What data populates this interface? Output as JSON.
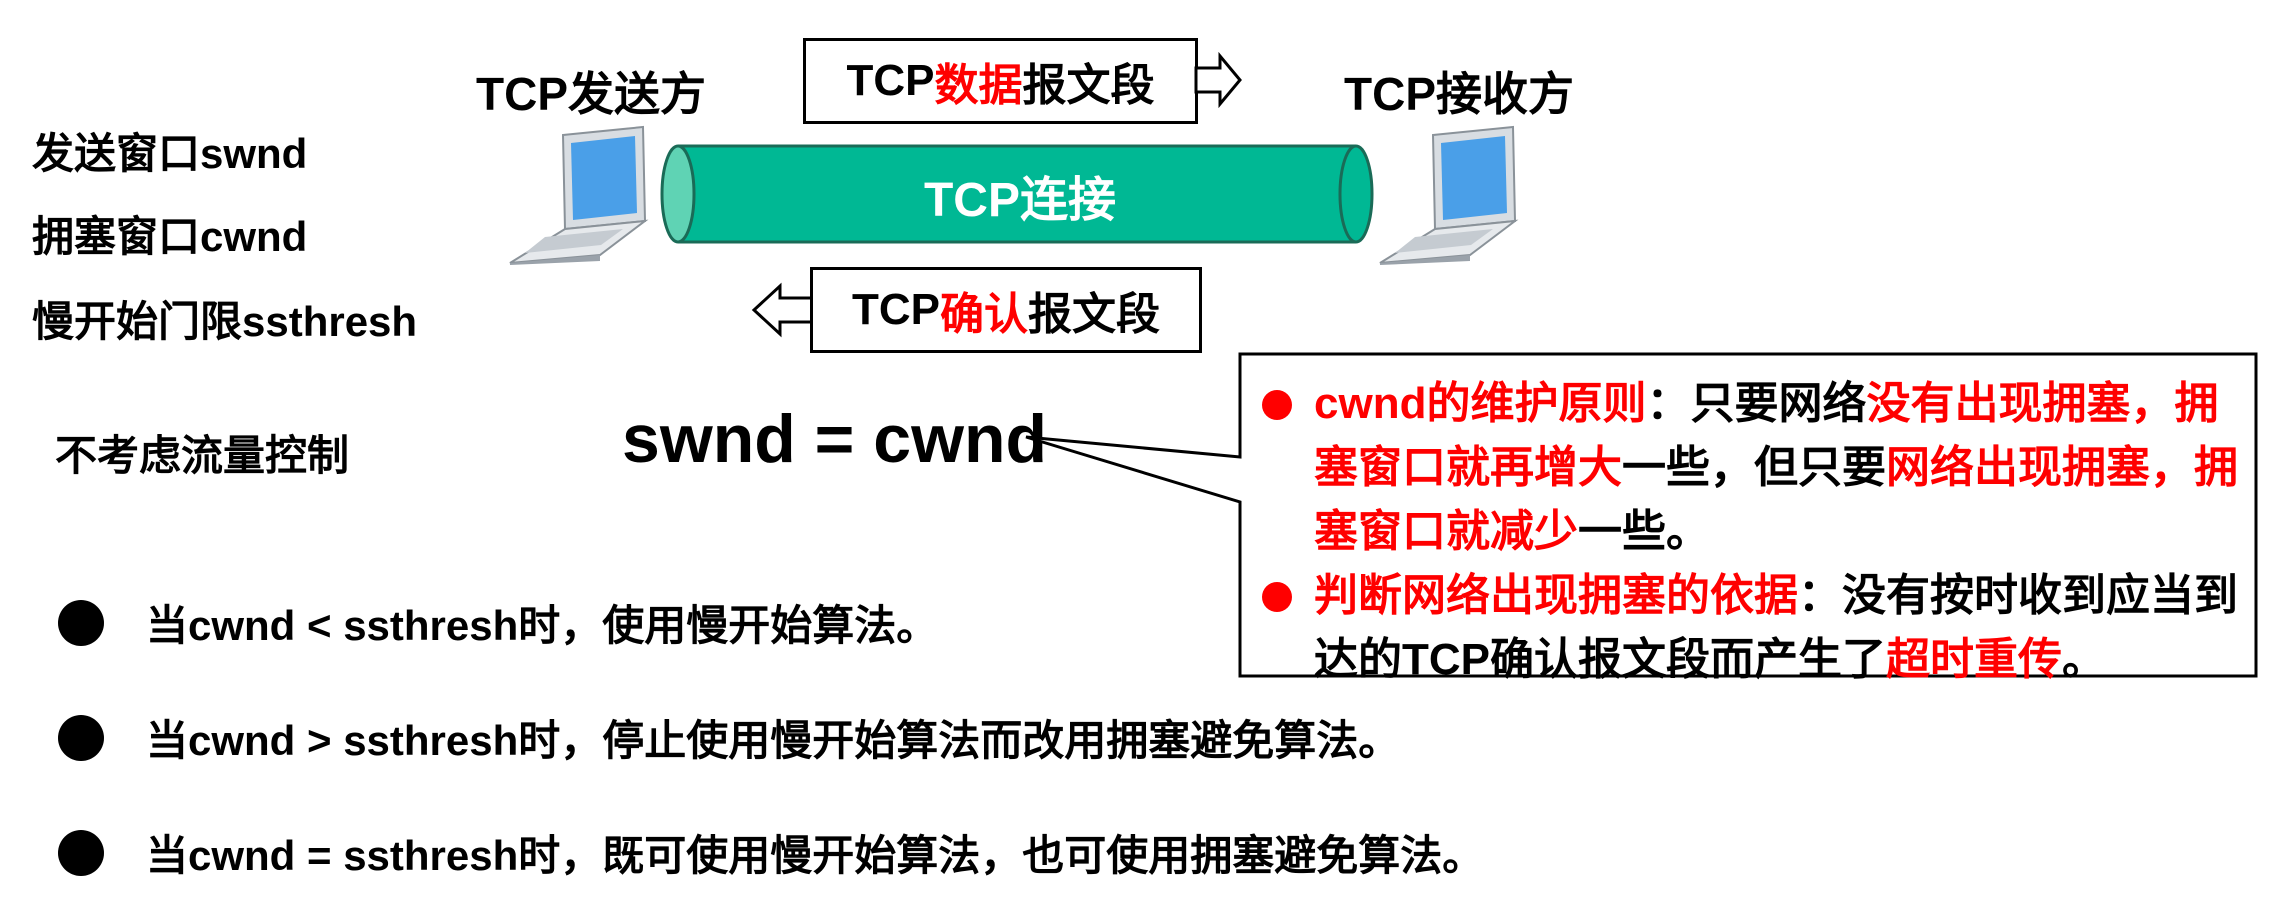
{
  "sender": {
    "label": "TCP发送方"
  },
  "receiver": {
    "label": "TCP接收方"
  },
  "data_segment": {
    "prefix": "TCP",
    "highlight": "数据",
    "suffix": "报文段"
  },
  "ack_segment": {
    "prefix": "TCP",
    "highlight": "确认",
    "suffix": "报文段"
  },
  "connection": {
    "label": "TCP连接",
    "color": "#00b894"
  },
  "variables": [
    {
      "text": "发送窗口swnd"
    },
    {
      "text": "拥塞窗口cwnd"
    },
    {
      "text": "慢开始门限ssthresh"
    }
  ],
  "flow_note": "不考虑流量控制",
  "equation": "swnd = cwnd",
  "callout": {
    "item1": {
      "title": "cwnd的维护原则",
      "sep": "：只要网络",
      "r1": "没有出现拥塞，",
      "r2": "拥塞窗口就再增大",
      "t2": "一些，但只要",
      "r3": "网络出现拥塞，",
      "r4": "拥塞窗口就减少",
      "t3": "一些。"
    },
    "item2": {
      "title": "判断网络出现拥塞的依据",
      "t1": "：没有按时收到应当到达的TCP确认报文段而产生了",
      "r1": "超时重传",
      "t2": "。"
    }
  },
  "rules": [
    {
      "text": "当cwnd < ssthresh时，使用慢开始算法。"
    },
    {
      "text": "当cwnd > ssthresh时，停止使用慢开始算法而改用拥塞避免算法。"
    },
    {
      "text": "当cwnd = ssthresh时，既可使用慢开始算法，也可使用拥塞避免算法。"
    }
  ],
  "colors": {
    "accent_red": "#ff0000",
    "pipe": "#00b894",
    "laptop_screen": "#4a9fe8"
  }
}
